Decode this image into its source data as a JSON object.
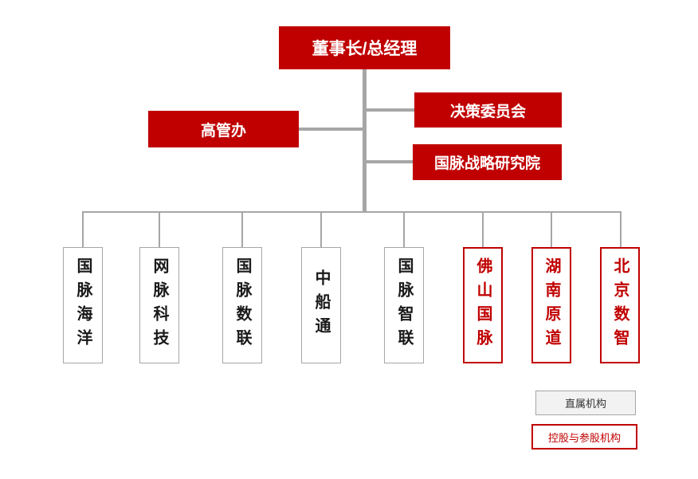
{
  "colors": {
    "red": "#c00000",
    "line": "#a6a6a6",
    "legend_gray_bg": "#f2f2f2"
  },
  "root": {
    "label": "董事长/总经理"
  },
  "committees": {
    "executive_office": "高管办",
    "decision_committee": "决策委员会",
    "strategy_institute": "国脉战略研究院"
  },
  "subsidiaries": [
    {
      "label": "国脉海洋",
      "type": "direct"
    },
    {
      "label": "网脉科技",
      "type": "direct"
    },
    {
      "label": "国脉数联",
      "type": "direct"
    },
    {
      "label": "中船通",
      "type": "direct"
    },
    {
      "label": "国脉智联",
      "type": "direct"
    },
    {
      "label": "佛山国脉",
      "type": "holding"
    },
    {
      "label": "湖南原道",
      "type": "holding"
    },
    {
      "label": "北京数智",
      "type": "holding"
    }
  ],
  "legend": {
    "direct": "直属机构",
    "holding": "控股与参股机构"
  }
}
